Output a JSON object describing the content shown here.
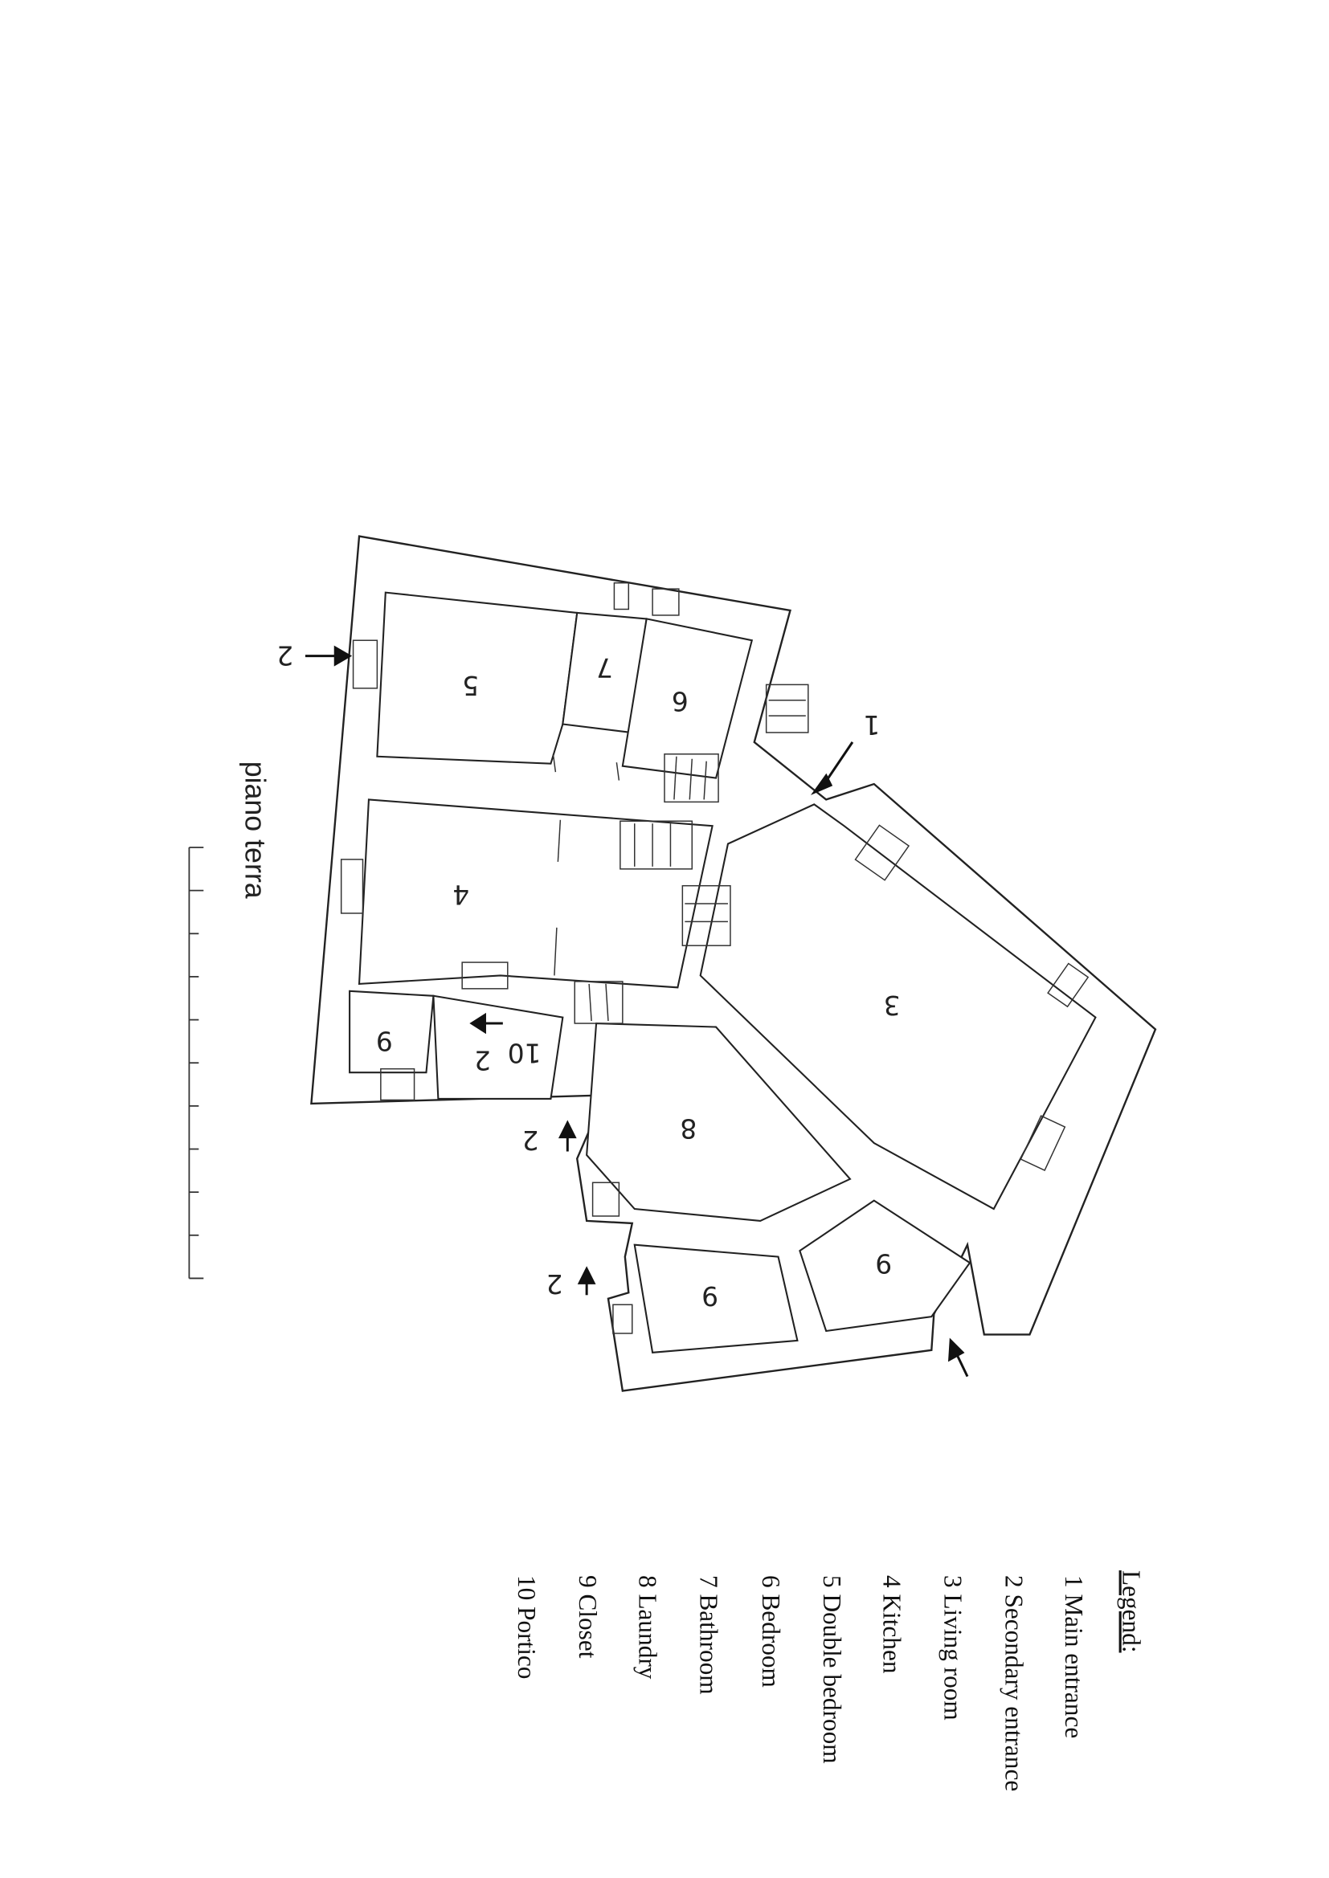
{
  "plan": {
    "title": "piano terra",
    "room_labels": {
      "r5": "5",
      "r7": "7",
      "r6": "6",
      "r4": "4",
      "r9a": "9",
      "r10": "10",
      "r3": "3",
      "r8": "8",
      "r9b": "9",
      "r9c": "9"
    },
    "entrance_labels": {
      "main": "1",
      "sec_a": "2",
      "sec_b": "2",
      "sec_c": "2",
      "sec_d": "2"
    }
  },
  "legend": {
    "title": "Legend:",
    "items": [
      "1 Main entrance",
      "2 Secondary entrance",
      "3 Living room",
      "4 Kitchen",
      "5 Double bedroom",
      "6 Bedroom",
      "7 Bathroom",
      "8 Laundry",
      "9 Closet",
      "10 Portico"
    ]
  }
}
